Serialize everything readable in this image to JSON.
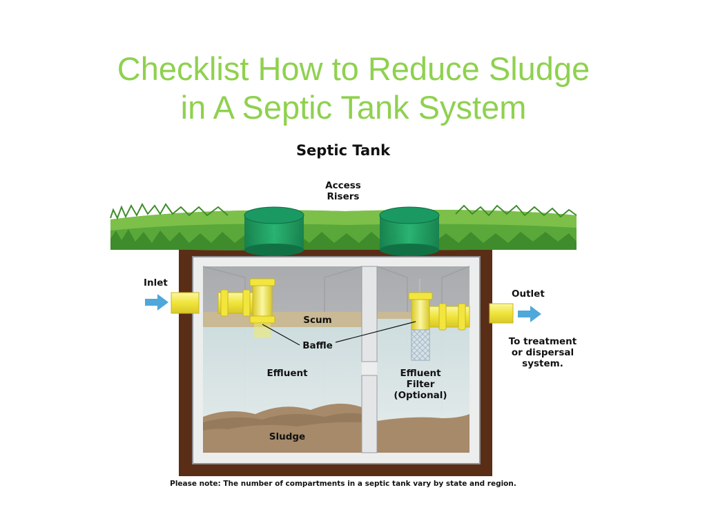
{
  "slide": {
    "title_line1": "Checklist How to Reduce Sludge",
    "title_line2": "in A Septic Tank System"
  },
  "diagram": {
    "title": "Septic Tank",
    "access_risers_line1": "Access",
    "access_risers_line2": "Risers",
    "inlet": "Inlet",
    "outlet": "Outlet",
    "to_treatment_line1": "To treatment",
    "to_treatment_line2": "or dispersal",
    "to_treatment_line3": "system.",
    "scum": "Scum",
    "baffle": "Baffle",
    "effluent": "Effluent",
    "effluent_filter_line1": "Effluent",
    "effluent_filter_line2": "Filter",
    "effluent_filter_line3": "(Optional)",
    "sludge": "Sludge",
    "note": "Please note: The number of compartments in a septic tank vary by state and region."
  },
  "colors": {
    "title_green": "#8fd14f",
    "grass": "#5aa83a",
    "soil": "#5a2d17",
    "riser": "#1e9a64",
    "pipe_yellow": "#f4ee5a",
    "arrow_blue": "#4ea8d9",
    "sludge": "#a68a6a"
  }
}
